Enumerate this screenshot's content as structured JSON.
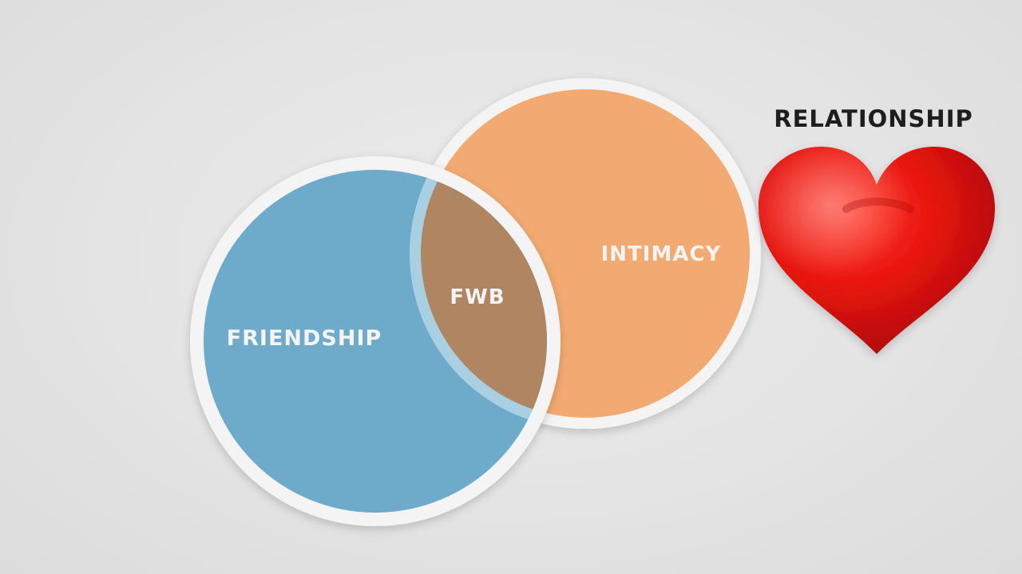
{
  "labels": {
    "friendship": "FRIENDSHIP",
    "intimacy": "INTIMACY",
    "overlap": "FWB",
    "relationship": "RELATIONSHIP"
  },
  "icons": {
    "relationship_icon": "heart-icon"
  },
  "colors": {
    "background": "#e4e4e4",
    "friendship_fill": "#6eaaca",
    "intimacy_fill": "#f3aa70",
    "overlap_fill": "#b08662",
    "ring": "#f4f4f4",
    "heart": "#e8140f",
    "label_light": "#f4f4f4",
    "label_dark": "#1e1e1e"
  }
}
